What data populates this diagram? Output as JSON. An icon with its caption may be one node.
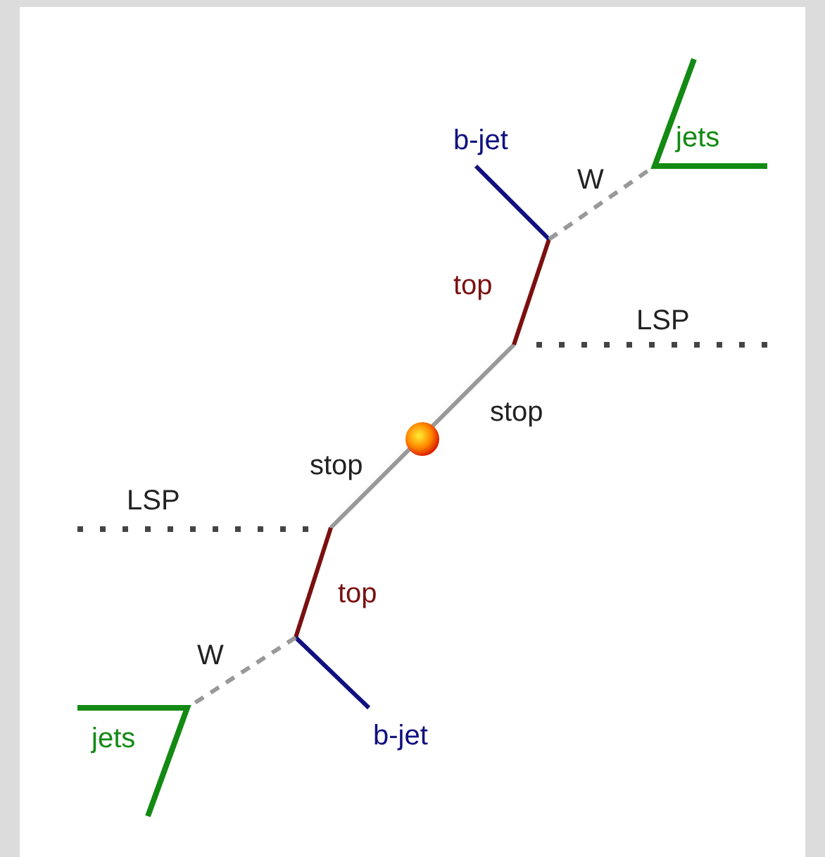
{
  "diagram": {
    "labels": [
      "b-jet",
      "W",
      "jets",
      "top",
      "LSP",
      "stop",
      "stop",
      "LSP",
      "top",
      "W",
      "jets",
      "b-jet"
    ]
  }
}
